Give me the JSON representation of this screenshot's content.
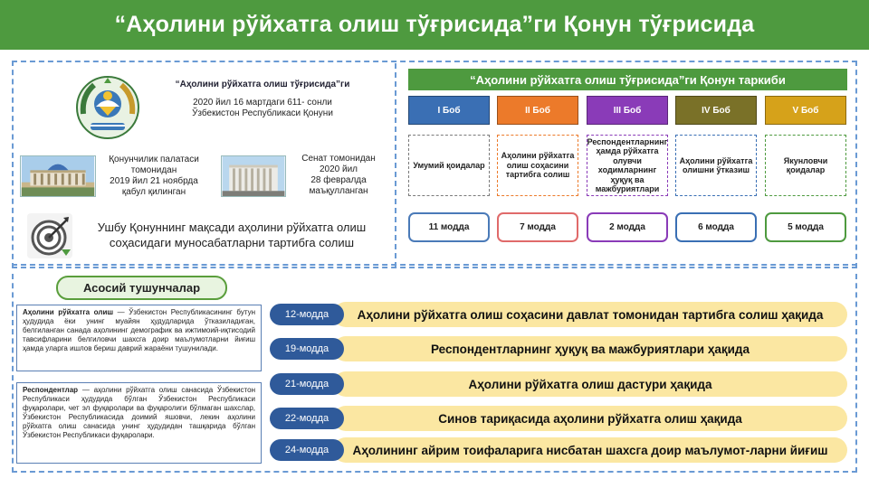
{
  "header": {
    "title": "“Аҳолини рўйхатга олиш тўғрисида”ги Қонун тўғрисида"
  },
  "law": {
    "name": "“Аҳолини рўйхатга олиш тўғрисида”ги",
    "info_line1": "2020 йил 16 мартдаги 611- сонли",
    "info_line2": "Ўзбекистон Республикаси Қонуни"
  },
  "adoption": {
    "chamber_line1": "Қонунчилик палатаси",
    "chamber_line2": "томонидан",
    "chamber_line3": "2019 йил 21 ноябрда",
    "chamber_line4": "қабул қилинган",
    "senate_line1": "Сенат томонидан",
    "senate_line2": "2020 йил",
    "senate_line3": "28 февралда",
    "senate_line4": "маъқулланган"
  },
  "purpose": {
    "line1": "Ушбу Қонуннинг мақсади аҳолини рўйхатга олиш",
    "line2": "соҳасидаги муносабатларни тартибга солиш"
  },
  "structure": {
    "title": "“Аҳолини рўйхатга олиш тўғрисида”ги Қонун таркиби",
    "chapters": [
      {
        "label": "I Боб",
        "content": "Умумий қоидалар",
        "count": "11 модда",
        "color": "#3a6fb4"
      },
      {
        "label": "II Боб",
        "content": "Аҳолини рўйхатга олиш соҳасини тартибга солиш",
        "count": "7 модда",
        "color": "#ec7a2a"
      },
      {
        "label": "III Боб",
        "content": "Респондентларнинг ҳамда рўйхатга олувчи ходимларнинг ҳуқуқ ва мажбуриятлари",
        "count": "2 модда",
        "color": "#8a3bb8"
      },
      {
        "label": "IV Боб",
        "content": "Аҳолини рўйхатга олишни ўтказиш",
        "count": "6 модда",
        "color": "#7a7128"
      },
      {
        "label": "V Боб",
        "content": "Якунловчи қоидалар",
        "count": "5 модда",
        "color": "#d6a21a"
      }
    ],
    "count_border_colors": [
      "#4a7ab8",
      "#e06a6a",
      "#8a3bb8",
      "#3a6fb4",
      "#4e9a3f"
    ],
    "body_border_colors": [
      "#7a7a7a",
      "#ec7a2a",
      "#8a3bb8",
      "#3a6fb4",
      "#4e9a3f"
    ]
  },
  "concepts": {
    "tab_label": "Асосий тушунчалар",
    "def1_term": "Аҳолини рўйхатга олиш",
    "def1_text": " — Ўзбекистон Республикасининг бутун ҳудудида ёки унинг муайян ҳудудларида ўтказиладиган, белгиланган санада аҳолининг демографик ва ижтимоий-иқтисодий тавсифларини белгиловчи шахсга доир маълумотларни йиғиш ҳамда уларга ишлов бериш даврий жараёни тушунилади.",
    "def2_term": "Респондентлар",
    "def2_text": " — аҳолини рўйхатга олиш санасида Ўзбекистон Республикаси ҳудудида бўлган Ўзбекистон Республикаси фуқаролари, чет эл фуқаролари ва фуқаролиги бўлмаган шахслар, Ўзбекистон Республикасида доимий яшовчи, лекин аҳолини рўйхатга олиш санасида унинг ҳудудидан ташқарида бўлган Ўзбекистон Республикаси фуқаролари."
  },
  "articles": [
    {
      "label": "12-модда",
      "text": "Аҳолини рўйхатга олиш соҳасини давлат томонидан тартибга солиш ҳақида"
    },
    {
      "label": "19-модда",
      "text": "Респондентларнинг ҳуқуқ ва мажбуриятлари ҳақида"
    },
    {
      "label": "21-модда",
      "text": "Аҳолини рўйхатга олиш дастури ҳақида"
    },
    {
      "label": "22-модда",
      "text": "Синов тариқасида аҳолини рўйхатга олиш ҳақида"
    },
    {
      "label": "24-модда",
      "text": "Аҳолининг айрим тоифаларига нисбатан шахсга доир маълумот-ларни йиғиш"
    }
  ]
}
